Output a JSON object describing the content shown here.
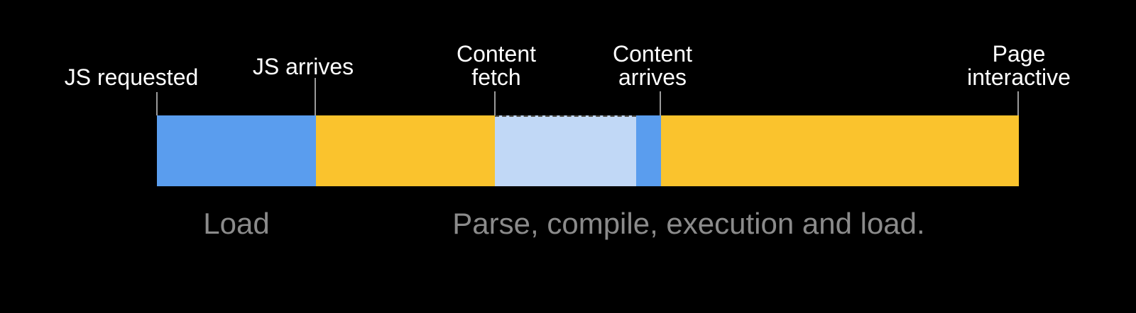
{
  "page": {
    "background": "#000000"
  },
  "timeline": {
    "label_color": "#FFFFFF",
    "tick_color": "#9A9A9A",
    "milestones": [
      {
        "lines": [
          "JS requested"
        ]
      },
      {
        "lines": [
          "JS arrives"
        ]
      },
      {
        "lines": [
          "Content",
          "fetch"
        ]
      },
      {
        "lines": [
          "Content",
          "arrives"
        ]
      },
      {
        "lines": [
          "Page",
          "interactive"
        ]
      }
    ],
    "segments": [
      {
        "name": "js-request-to-arrival",
        "color": "#5A9DEE"
      },
      {
        "name": "parse-compile-before-fetch",
        "color": "#FAC32D"
      },
      {
        "name": "content-fetch",
        "color": "#C1D8F6"
      },
      {
        "name": "content-arrival",
        "color": "#5A9DEE"
      },
      {
        "name": "parse-compile-to-interactive",
        "color": "#FAC32D"
      }
    ],
    "phase_labels": [
      {
        "text": "Load",
        "color": "#8B8B8B"
      },
      {
        "text": "Parse, compile, execution and load.",
        "color": "#8B8B8B"
      }
    ]
  }
}
